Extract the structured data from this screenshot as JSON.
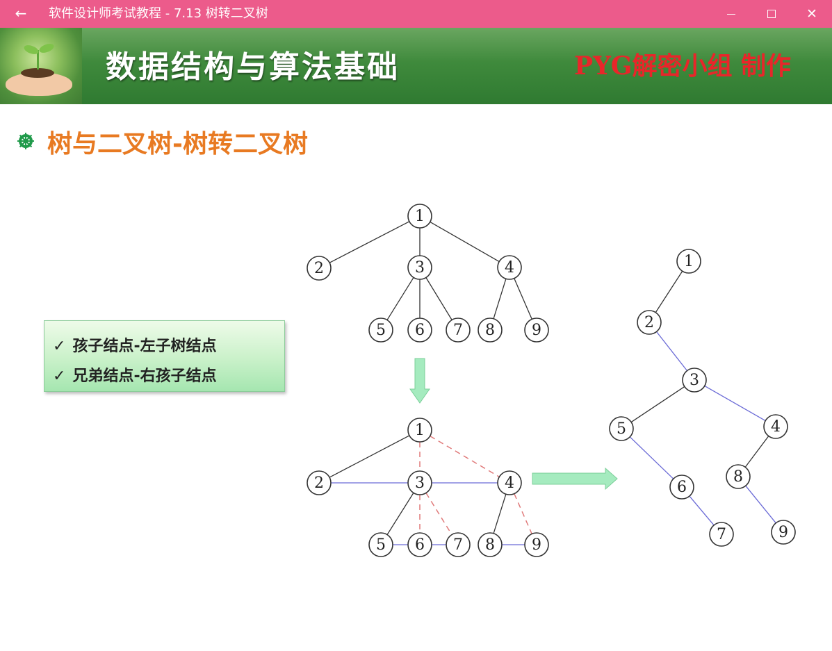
{
  "window": {
    "title": "软件设计师考试教程 - 7.13  树转二叉树",
    "back_icon": "←",
    "close_icon": "✕"
  },
  "banner": {
    "title": "数据结构与算法基础",
    "credit": "PYG解密小组  制作"
  },
  "slide": {
    "title": "树与二叉树-树转二叉树",
    "notes": [
      {
        "check": "✓",
        "text": "孩子结点-左子树结点"
      },
      {
        "check": "✓",
        "text": "兄弟结点-右孩子结点"
      }
    ]
  },
  "colors": {
    "titlebar": "#ec5b8b",
    "heading": "#e87a22",
    "credit": "#e8262a",
    "sibling_edge": "#6a6ad6",
    "removed_edge": "#e07a7a",
    "arrow": "#9fe6b8"
  },
  "diagrams": {
    "original_tree": {
      "nodes": [
        "1",
        "2",
        "3",
        "4",
        "5",
        "6",
        "7",
        "8",
        "9"
      ],
      "edges": [
        [
          "1",
          "2"
        ],
        [
          "1",
          "3"
        ],
        [
          "1",
          "4"
        ],
        [
          "3",
          "5"
        ],
        [
          "3",
          "6"
        ],
        [
          "3",
          "7"
        ],
        [
          "4",
          "8"
        ],
        [
          "4",
          "9"
        ]
      ]
    },
    "intermediate_tree": {
      "nodes": [
        "1",
        "2",
        "3",
        "4",
        "5",
        "6",
        "7",
        "8",
        "9"
      ],
      "kept_edges": [
        [
          "1",
          "2"
        ],
        [
          "3",
          "5"
        ],
        [
          "4",
          "8"
        ]
      ],
      "sibling_edges": [
        [
          "2",
          "3"
        ],
        [
          "3",
          "4"
        ],
        [
          "5",
          "6"
        ],
        [
          "6",
          "7"
        ],
        [
          "8",
          "9"
        ]
      ],
      "removed_edges": [
        [
          "1",
          "3"
        ],
        [
          "1",
          "4"
        ],
        [
          "3",
          "6"
        ],
        [
          "3",
          "7"
        ],
        [
          "4",
          "9"
        ]
      ]
    },
    "binary_tree": {
      "nodes": [
        "1",
        "2",
        "3",
        "4",
        "5",
        "6",
        "7",
        "8",
        "9"
      ],
      "left_edges": [
        [
          "1",
          "2"
        ],
        [
          "3",
          "5"
        ],
        [
          "4",
          "8"
        ]
      ],
      "right_edges": [
        [
          "2",
          "3"
        ],
        [
          "3",
          "4"
        ],
        [
          "5",
          "6"
        ],
        [
          "6",
          "7"
        ],
        [
          "8",
          "9"
        ]
      ]
    }
  }
}
